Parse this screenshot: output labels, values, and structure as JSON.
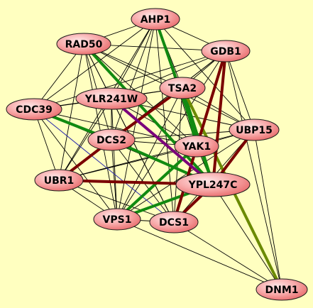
{
  "colors": {
    "background": "#ffffc0",
    "node_fill_light": "#ffd0d0",
    "node_fill_dark": "#f07878",
    "edge_thin": "#000000",
    "edge_green": "#118a11",
    "edge_darkred": "#7a0000",
    "edge_purple": "#7a007a",
    "edge_olive": "#6b8a00",
    "edge_blue": "#2a2aaa",
    "edge_brown": "#8a3a2a"
  },
  "nodes": [
    {
      "id": "AHP1",
      "label": "AHP1"
    },
    {
      "id": "RAD50",
      "label": "RAD50"
    },
    {
      "id": "GDB1",
      "label": "GDB1"
    },
    {
      "id": "TSA2",
      "label": "TSA2"
    },
    {
      "id": "YLR241W",
      "label": "YLR241W"
    },
    {
      "id": "CDC39",
      "label": "CDC39"
    },
    {
      "id": "UBP15",
      "label": "UBP15"
    },
    {
      "id": "DCS2",
      "label": "DCS2"
    },
    {
      "id": "YAK1",
      "label": "YAK1"
    },
    {
      "id": "UBR1",
      "label": "UBR1"
    },
    {
      "id": "YPL247C",
      "label": "YPL247C"
    },
    {
      "id": "VPS1",
      "label": "VPS1"
    },
    {
      "id": "DCS1",
      "label": "DCS1"
    },
    {
      "id": "DNM1",
      "label": "DNM1"
    }
  ],
  "edges": [
    {
      "source": "AHP1",
      "target": "RAD50",
      "kind": "thin"
    },
    {
      "source": "AHP1",
      "target": "GDB1",
      "kind": "thin"
    },
    {
      "source": "AHP1",
      "target": "TSA2",
      "kind": "thin"
    },
    {
      "source": "AHP1",
      "target": "YLR241W",
      "kind": "thin"
    },
    {
      "source": "AHP1",
      "target": "CDC39",
      "kind": "thin"
    },
    {
      "source": "AHP1",
      "target": "UBP15",
      "kind": "thin"
    },
    {
      "source": "AHP1",
      "target": "DCS2",
      "kind": "thin"
    },
    {
      "source": "AHP1",
      "target": "YAK1",
      "kind": "thin"
    },
    {
      "source": "AHP1",
      "target": "UBR1",
      "kind": "thin"
    },
    {
      "source": "AHP1",
      "target": "YPL247C",
      "kind": "green"
    },
    {
      "source": "AHP1",
      "target": "VPS1",
      "kind": "thin"
    },
    {
      "source": "AHP1",
      "target": "DCS1",
      "kind": "thin"
    },
    {
      "source": "RAD50",
      "target": "GDB1",
      "kind": "thin"
    },
    {
      "source": "RAD50",
      "target": "TSA2",
      "kind": "thin"
    },
    {
      "source": "RAD50",
      "target": "YLR241W",
      "kind": "thin"
    },
    {
      "source": "RAD50",
      "target": "CDC39",
      "kind": "thin"
    },
    {
      "source": "RAD50",
      "target": "UBP15",
      "kind": "thin"
    },
    {
      "source": "RAD50",
      "target": "DCS2",
      "kind": "thin"
    },
    {
      "source": "RAD50",
      "target": "YAK1",
      "kind": "thin"
    },
    {
      "source": "RAD50",
      "target": "UBR1",
      "kind": "thin"
    },
    {
      "source": "RAD50",
      "target": "YPL247C",
      "kind": "green"
    },
    {
      "source": "RAD50",
      "target": "VPS1",
      "kind": "thin"
    },
    {
      "source": "RAD50",
      "target": "DCS1",
      "kind": "thin"
    },
    {
      "source": "GDB1",
      "target": "TSA2",
      "kind": "thin"
    },
    {
      "source": "GDB1",
      "target": "YLR241W",
      "kind": "thin"
    },
    {
      "source": "GDB1",
      "target": "UBP15",
      "kind": "thin"
    },
    {
      "source": "GDB1",
      "target": "DCS2",
      "kind": "thin"
    },
    {
      "source": "GDB1",
      "target": "YAK1",
      "kind": "thin"
    },
    {
      "source": "GDB1",
      "target": "UBR1",
      "kind": "thin"
    },
    {
      "source": "GDB1",
      "target": "YPL247C",
      "kind": "darkred"
    },
    {
      "source": "GDB1",
      "target": "VPS1",
      "kind": "thin"
    },
    {
      "source": "GDB1",
      "target": "DCS1",
      "kind": "darkred"
    },
    {
      "source": "GDB1",
      "target": "DNM1",
      "kind": "thin"
    },
    {
      "source": "GDB1",
      "target": "CDC39",
      "kind": "thin"
    },
    {
      "source": "TSA2",
      "target": "YLR241W",
      "kind": "thin"
    },
    {
      "source": "TSA2",
      "target": "CDC39",
      "kind": "thin"
    },
    {
      "source": "TSA2",
      "target": "UBP15",
      "kind": "thin"
    },
    {
      "source": "TSA2",
      "target": "DCS2",
      "kind": "darkred"
    },
    {
      "source": "TSA2",
      "target": "YAK1",
      "kind": "green"
    },
    {
      "source": "TSA2",
      "target": "UBR1",
      "kind": "thin"
    },
    {
      "source": "TSA2",
      "target": "YPL247C",
      "kind": "green"
    },
    {
      "source": "TSA2",
      "target": "VPS1",
      "kind": "thin"
    },
    {
      "source": "TSA2",
      "target": "DCS1",
      "kind": "thin"
    },
    {
      "source": "TSA2",
      "target": "DNM1",
      "kind": "olive"
    },
    {
      "source": "YLR241W",
      "target": "CDC39",
      "kind": "thin"
    },
    {
      "source": "YLR241W",
      "target": "UBP15",
      "kind": "thin"
    },
    {
      "source": "YLR241W",
      "target": "DCS2",
      "kind": "thin"
    },
    {
      "source": "YLR241W",
      "target": "YAK1",
      "kind": "thin"
    },
    {
      "source": "YLR241W",
      "target": "UBR1",
      "kind": "thin"
    },
    {
      "source": "YLR241W",
      "target": "YPL247C",
      "kind": "purple"
    },
    {
      "source": "YLR241W",
      "target": "VPS1",
      "kind": "thin"
    },
    {
      "source": "YLR241W",
      "target": "DCS1",
      "kind": "thin"
    },
    {
      "source": "CDC39",
      "target": "DCS2",
      "kind": "green"
    },
    {
      "source": "CDC39",
      "target": "YAK1",
      "kind": "thin"
    },
    {
      "source": "CDC39",
      "target": "UBR1",
      "kind": "thin"
    },
    {
      "source": "CDC39",
      "target": "YPL247C",
      "kind": "thin"
    },
    {
      "source": "CDC39",
      "target": "VPS1",
      "kind": "thin"
    },
    {
      "source": "CDC39",
      "target": "DCS1",
      "kind": "blue"
    },
    {
      "source": "UBP15",
      "target": "DCS2",
      "kind": "thin"
    },
    {
      "source": "UBP15",
      "target": "YAK1",
      "kind": "thin"
    },
    {
      "source": "UBP15",
      "target": "UBR1",
      "kind": "thin"
    },
    {
      "source": "UBP15",
      "target": "YPL247C",
      "kind": "darkred"
    },
    {
      "source": "UBP15",
      "target": "VPS1",
      "kind": "thin"
    },
    {
      "source": "UBP15",
      "target": "DCS1",
      "kind": "thin"
    },
    {
      "source": "UBP15",
      "target": "DNM1",
      "kind": "thin"
    },
    {
      "source": "DCS2",
      "target": "YAK1",
      "kind": "thin"
    },
    {
      "source": "DCS2",
      "target": "UBR1",
      "kind": "darkred"
    },
    {
      "source": "DCS2",
      "target": "YPL247C",
      "kind": "green"
    },
    {
      "source": "DCS2",
      "target": "VPS1",
      "kind": "thin"
    },
    {
      "source": "DCS2",
      "target": "DCS1",
      "kind": "thin"
    },
    {
      "source": "YAK1",
      "target": "UBR1",
      "kind": "thin"
    },
    {
      "source": "YAK1",
      "target": "YPL247C",
      "kind": "thin"
    },
    {
      "source": "YAK1",
      "target": "VPS1",
      "kind": "green"
    },
    {
      "source": "YAK1",
      "target": "DCS1",
      "kind": "thin"
    },
    {
      "source": "UBR1",
      "target": "YPL247C",
      "kind": "darkred"
    },
    {
      "source": "UBR1",
      "target": "VPS1",
      "kind": "thin"
    },
    {
      "source": "UBR1",
      "target": "DCS1",
      "kind": "thin"
    },
    {
      "source": "YPL247C",
      "target": "VPS1",
      "kind": "green"
    },
    {
      "source": "YPL247C",
      "target": "DCS1",
      "kind": "darkred"
    },
    {
      "source": "YPL247C",
      "target": "DNM1",
      "kind": "thin"
    },
    {
      "source": "VPS1",
      "target": "DCS1",
      "kind": "thin"
    },
    {
      "source": "VPS1",
      "target": "DNM1",
      "kind": "thin"
    },
    {
      "source": "DCS1",
      "target": "DNM1",
      "kind": "thin"
    }
  ]
}
